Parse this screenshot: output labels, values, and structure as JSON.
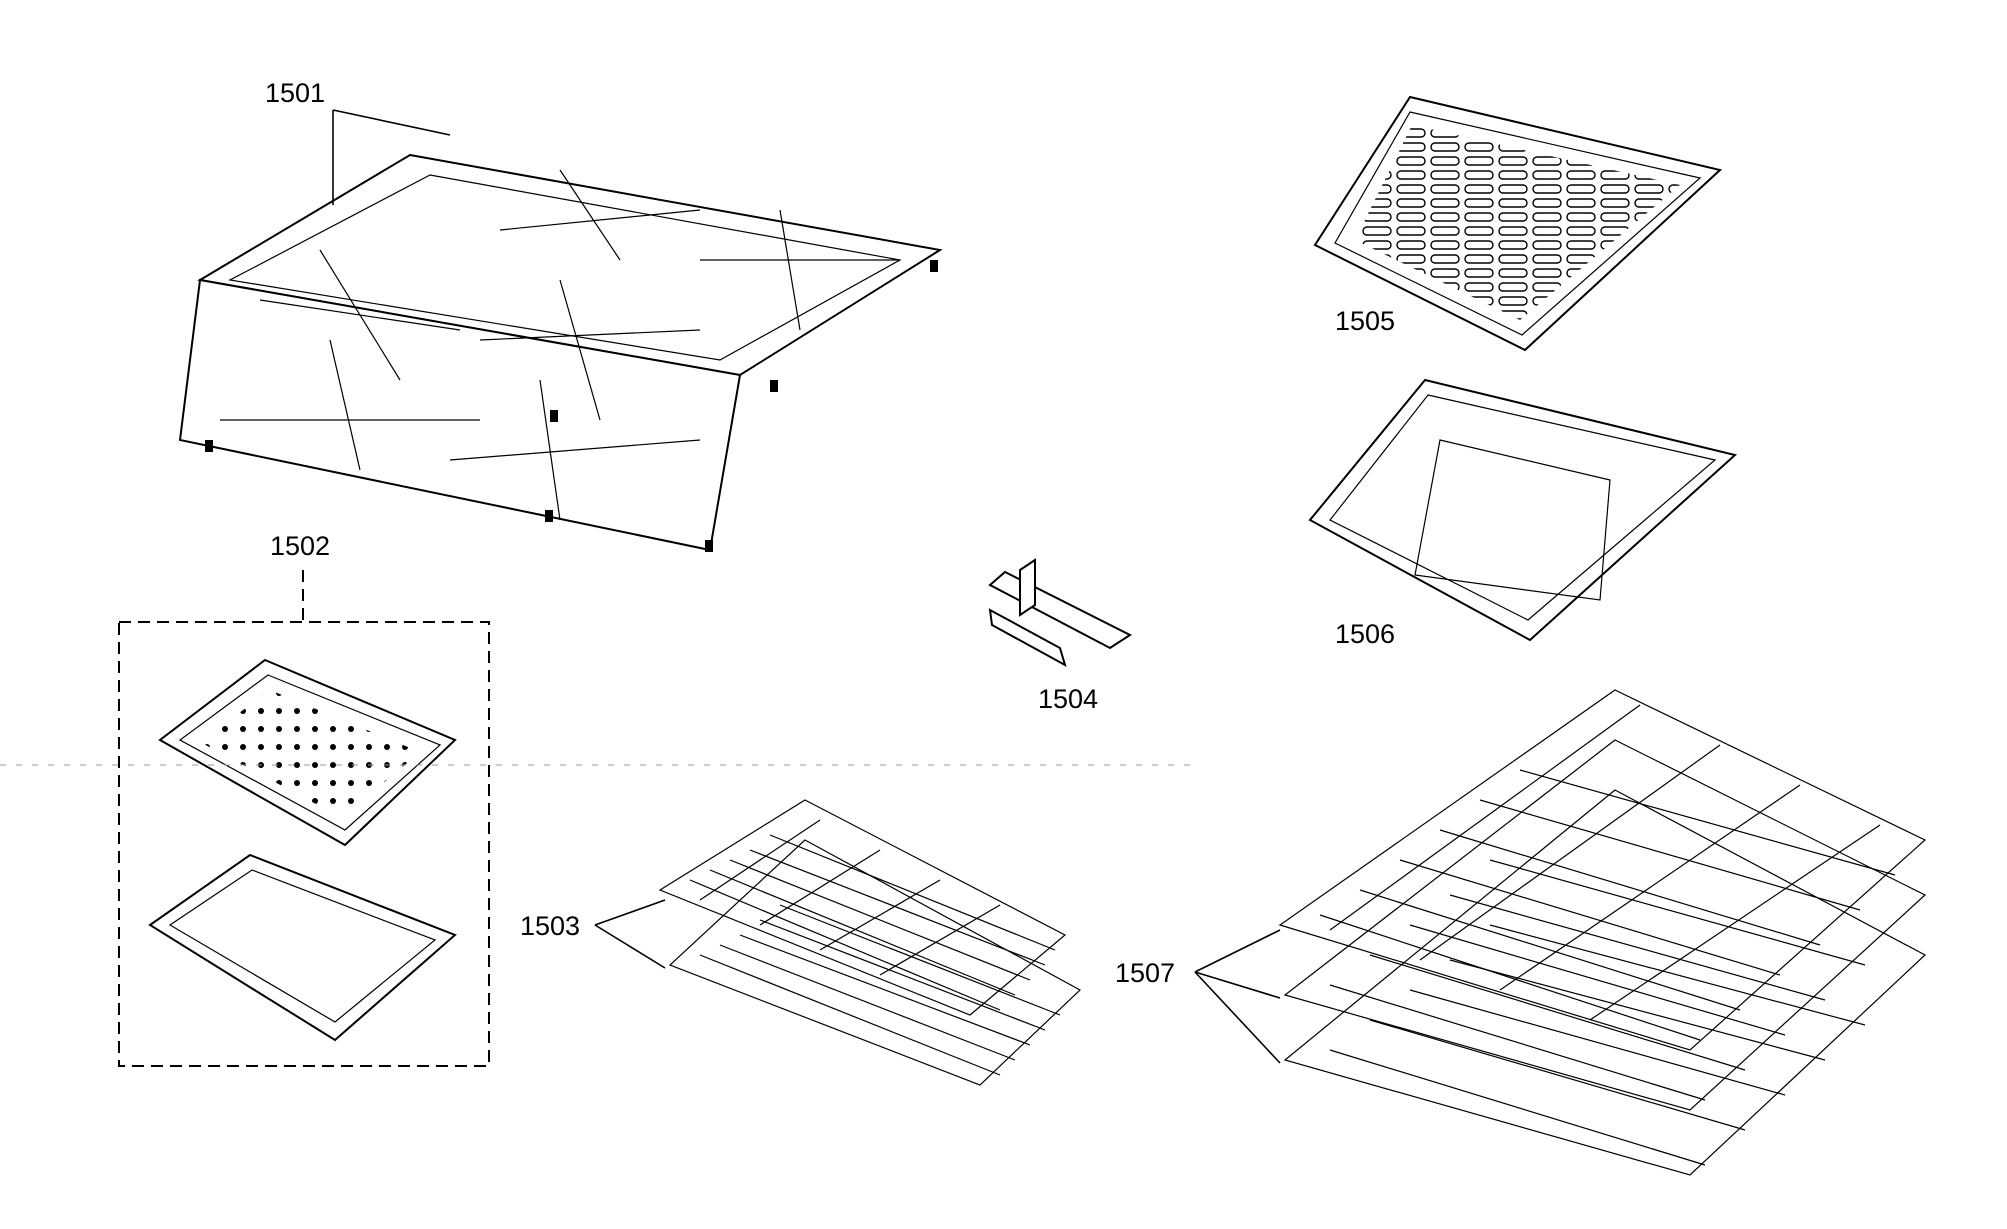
{
  "parts": [
    {
      "id": "1501",
      "label": "1501"
    },
    {
      "id": "1502",
      "label": "1502"
    },
    {
      "id": "1503",
      "label": "1503"
    },
    {
      "id": "1504",
      "label": "1504"
    },
    {
      "id": "1505",
      "label": "1505"
    },
    {
      "id": "1506",
      "label": "1506"
    },
    {
      "id": "1507",
      "label": "1507"
    }
  ]
}
